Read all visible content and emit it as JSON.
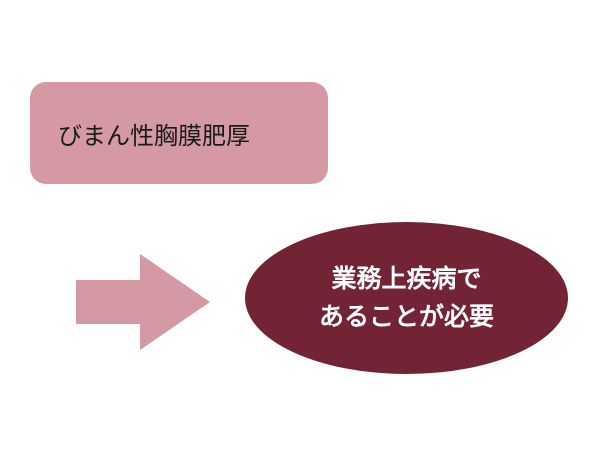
{
  "diagram": {
    "condition": {
      "text": "びまん性胸膜肥厚",
      "color": "#d599a4"
    },
    "arrow": {
      "direction": "right",
      "color": "#d599a4"
    },
    "result": {
      "line1": "業務上疾病で",
      "line2": "あることが必要",
      "color": "#722434"
    }
  }
}
